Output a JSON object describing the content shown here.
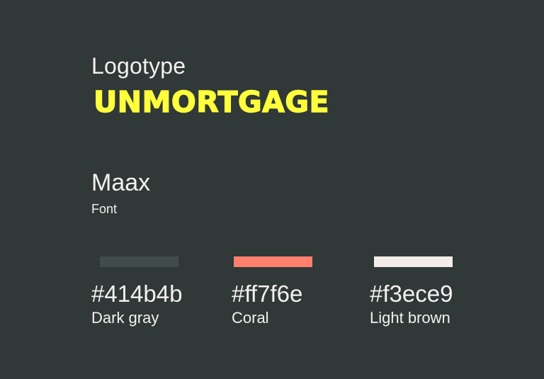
{
  "logotype": {
    "heading": "Logotype",
    "wordmark": "UNMORTGAGE",
    "wordmark_color": "#ffff3b"
  },
  "font": {
    "name": "Maax",
    "caption": "Font"
  },
  "background_color": "#313838",
  "palette": [
    {
      "hex": "#414b4b",
      "name": "Dark gray",
      "color": "#414b4b"
    },
    {
      "hex": "#ff7f6e",
      "name": "Coral",
      "color": "#ff7f6e"
    },
    {
      "hex": "#f3ece9",
      "name": "Light brown",
      "color": "#f3ece9"
    }
  ]
}
